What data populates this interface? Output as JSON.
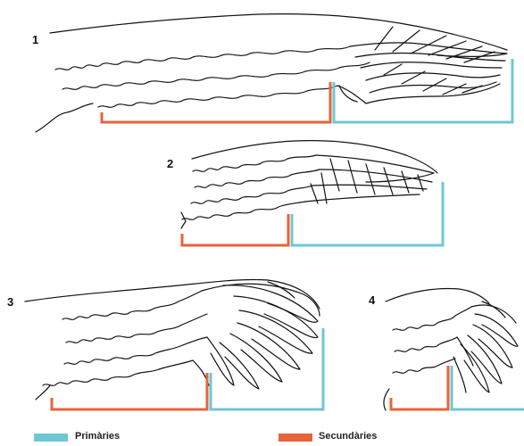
{
  "figures": [
    {
      "id": "1",
      "label": "1"
    },
    {
      "id": "2",
      "label": "2"
    },
    {
      "id": "3",
      "label": "3"
    },
    {
      "id": "4",
      "label": "4"
    }
  ],
  "legend": {
    "primaries": {
      "label": "Primàries",
      "color": "#6ec7d4"
    },
    "secondaries": {
      "label": "Secundàries",
      "color": "#e8633a"
    }
  }
}
